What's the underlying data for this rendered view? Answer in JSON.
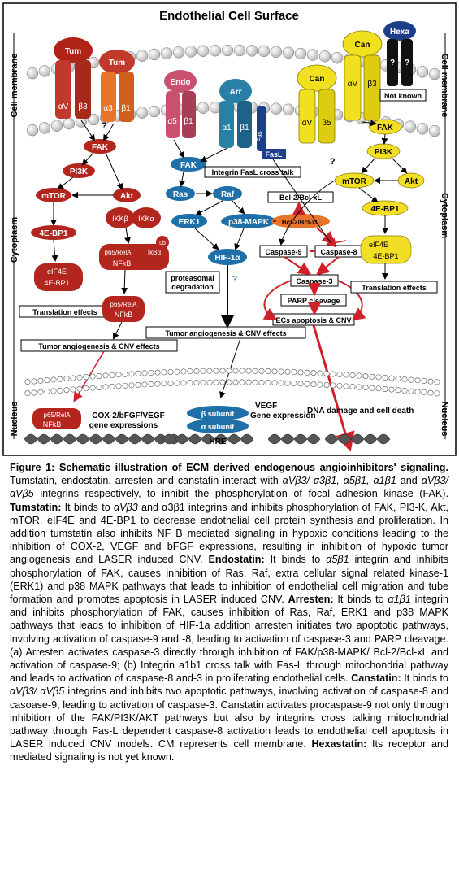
{
  "diagram": {
    "title": "Endothelial Cell Surface",
    "side_labels": {
      "cell_membrane": "Cell membrane",
      "cytoplasm": "Cytoplasm",
      "nucleus": "Nucleus"
    },
    "ligands": {
      "tum": "Tum",
      "endo": "Endo",
      "arr": "Arr",
      "can": "Can",
      "hexa": "Hexa"
    },
    "integrins": {
      "av": "αV",
      "b3": "β3",
      "a3": "α3",
      "b1": "β1",
      "a5": "α5",
      "a1": "α1",
      "b5": "β5",
      "fas": "Fas",
      "fasl": "FasL",
      "unknown": "?",
      "not_known": "Not known"
    },
    "left_path": {
      "fak": "FAK",
      "pi3k": "PI3K",
      "akt": "Akt",
      "mtor": "mTOR",
      "ikkb": "IKKβ",
      "ikka": "IKKα",
      "ebp1": "4E-BP1",
      "p65": "p65/RelA",
      "ikba": "IkBα",
      "nfkb": "NFkB",
      "ub": "ub",
      "eif4e": "eIF4E",
      "proteasomal": "proteasomal",
      "degradation": "degradation",
      "translation": "Translation effects",
      "p65b": "p65/RelA",
      "nfkb2": "NFkB",
      "tumor_angio": "Tumor angiogenesis & CNV effects",
      "q": "?"
    },
    "middle_path": {
      "fak": "FAK",
      "crosstalk": "Integrin FasL cross talk",
      "ras": "Ras",
      "raf": "Raf",
      "erk1": "ERK1",
      "p38": "p38-MAPK",
      "hif": "HIF-1α",
      "bcl_top": "Bcl-2/Bcl-xL",
      "bcl_mid": "Bcl-2/Bcl-xL",
      "casp9": "Caspase-9",
      "casp8": "Caspase-8",
      "casp3": "Caspase-3",
      "parp": "PARP cleavage",
      "ecs": "ECs apoptosis & CNV",
      "tumor_angio": "Tumor angiogenesis & CNV effects",
      "q": "?"
    },
    "right_path": {
      "fak": "FAK",
      "pi3k": "PI3K",
      "mtor": "mTOR",
      "akt": "Akt",
      "ebp1": "4E-BP1",
      "eif4e": "eIF4E",
      "ebp1b": "4E-BP1",
      "translation": "Translation effects",
      "q": "?"
    },
    "nucleus": {
      "p65": "p65/RelA",
      "nfkb": "NFkB",
      "cox": "COX-2/bFGF/VEGF",
      "gene_expr": "gene expressions",
      "beta": "β subunit",
      "alpha": "α subunit",
      "hre": "HRE",
      "vegf": "VEGF",
      "gene_expr2": "Gene expression",
      "dna": "DNA damage and cell death"
    },
    "colors": {
      "tum": "#c0392b",
      "tum_orange": "#e8742a",
      "endo": "#c9506e",
      "arr": "#2a7fa6",
      "can": "#f0e020",
      "hexa": "#1d3f8a",
      "arrow_red": "#d0202a",
      "node_red": "#b3261e",
      "node_blue": "#1f6fa8",
      "node_yellow": "#f2de24",
      "membrane": "#d8d8d8"
    }
  },
  "caption": {
    "title": "Figure 1: Schematic illustration of ECM derived endogenous angioinhibitors' signaling.",
    "intro": " Tumstatin, endostatin, arresten and canstatin interact with ",
    "intro_integrins": "αVβ3/ α3β1, α5β1, α1β1",
    "intro_and": " and ",
    "intro_integrins2": "αVβ3/ αVβ5",
    "intro_end": " integrins respectively, to inhibit the phosphorylation of focal adhesion kinase (FAK). ",
    "tum_label": "Tumstatin:",
    "tum_1": " It binds to ",
    "tum_int": "αVβ3",
    "tum_2": " and α3β1 integrins and inhibits phosphorylation of FAK, PI3-K, Akt, mTOR, eIF4E and 4E-BP1 to decrease endothelial cell protein synthesis and proliferation. In addition tumstatin also inhibits NF B mediated signaling in hypoxic conditions leading to the inhibition of COX-2, VEGF and bFGF expressions, resulting in inhibition of hypoxic tumor angiogenesis and LASER induced CNV. ",
    "endo_label": "Endostatin:",
    "endo_1": " It binds to ",
    "endo_int": "α5β1",
    "endo_2": " integrin and inhibits phosphorylation of FAK, causes inhibition of Ras, Raf, extra cellular signal related kinase-1 (ERK1) and p38 MAPK pathways that leads to inhibition of endothelial cell migration and tube formation and promotes apoptosis in LASER induced CNV. ",
    "arr_label": "Arresten:",
    "arr_1": " It binds to ",
    "arr_int": "α1β1",
    "arr_2": " integrin and inhibits phosphorylation of FAK, causes inhibition of Ras, Raf, ERK1 and p38 MAPK pathways that leads to inhibition of HIF-1a addition arresten initiates two apoptotic pathways, involving activation of caspase-9 and -8, leading to activation of caspase-3 and PARP cleavage. (a) Arresten activates caspase-3 directly through inhibition of FAK/p38-MAPK/ Bcl-2/Bcl-xL and activation of caspase-9; (b) Integrin a1b1 cross talk with Fas-L through mitochondrial pathway and leads to activation of caspase-8 and-3 in proliferating endothelial cells. ",
    "can_label": "Canstatin:",
    "can_1": " It binds to ",
    "can_int": "αVβ3/ αVβ5",
    "can_2": " integrins and inhibits two apoptotic pathways, involving activation of caspase-8 and casoase-9, leading to activation of caspase-3. Canstatin activates procaspase-9 not only through inhibition of the FAK/PI3K/AKT pathways but also by integrins cross talking mitochondrial pathway through Fas-L dependent caspase-8 activation leads to endothelial cell apoptosis in LASER induced CNV models. CM represents cell membrane. ",
    "hexa_label": "Hexastatin:",
    "hexa_1": " Its receptor and mediated signaling is not yet known."
  }
}
